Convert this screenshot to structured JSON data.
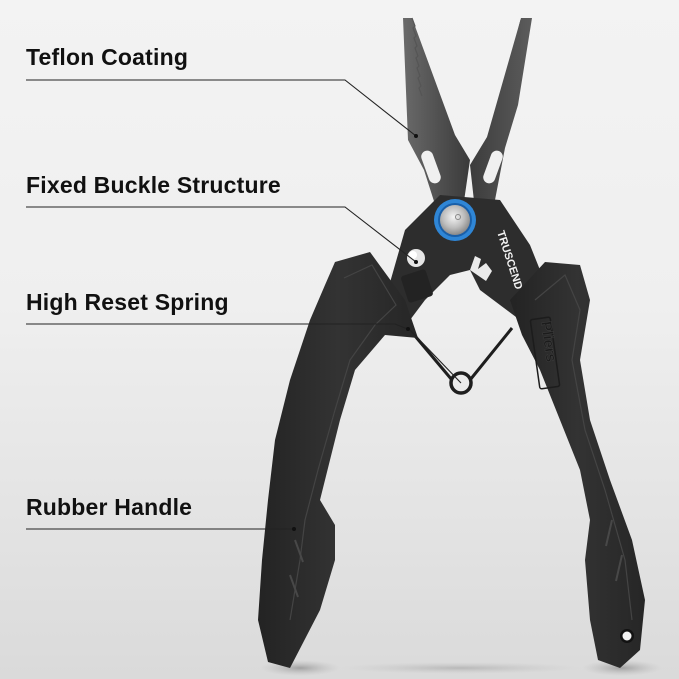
{
  "product": {
    "brand": "TRUSCEND",
    "handle_emboss": "Pliers",
    "colors": {
      "background": "#efefef",
      "body": "#2b2b2b",
      "handle": "#2e2e2e",
      "accent_ring": "#2f86d6",
      "label_text": "#111111",
      "leader_line": "#222222"
    }
  },
  "callouts": [
    {
      "label": "Teflon Coating",
      "target": "jaw"
    },
    {
      "label": "Fixed Buckle Structure",
      "target": "buckle-lock"
    },
    {
      "label": "High Reset Spring",
      "target": "spring"
    },
    {
      "label": "Rubber Handle",
      "target": "handle"
    }
  ]
}
